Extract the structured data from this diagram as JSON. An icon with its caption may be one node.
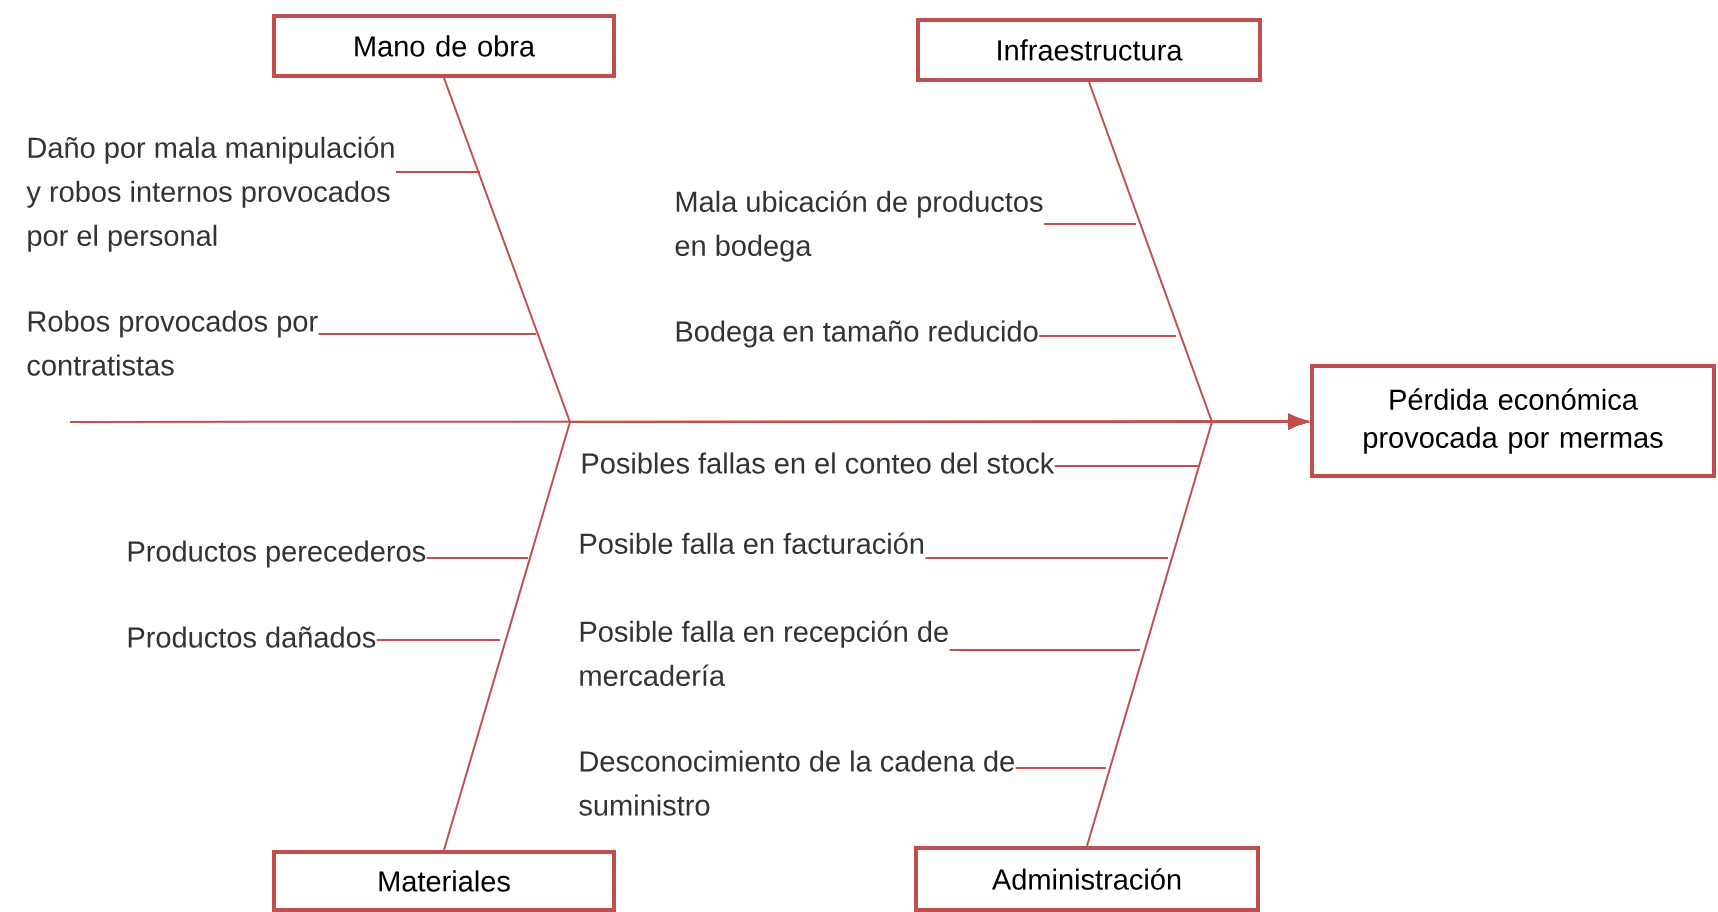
{
  "diagram": {
    "nodes": [
      {
        "text": [
          "Mano de obra"
        ]
      },
      {
        "text": [
          "Infraestructura"
        ]
      },
      {
        "text": [
          "Daño por mala manipulación y robos internos provocados por el personal"
        ]
      },
      {
        "text": [
          "Mala ubicación de productos en bodega"
        ]
      },
      {
        "text": [
          "Robos provocados por contratistas"
        ]
      },
      {
        "text": [
          "Bodega en tamaño reducido"
        ]
      },
      {
        "text": [
          "Pérdida económica provocada por mermas"
        ]
      },
      {
        "text": [
          "Posibles fallas en el conteo del stock"
        ]
      },
      {
        "text": [
          "Productos perecederos"
        ]
      },
      {
        "text": [
          "Posible falla en facturación"
        ]
      },
      {
        "text": [
          "Productos dañados"
        ]
      },
      {
        "text": [
          "Posible falla en recepción de mercadería"
        ]
      },
      {
        "text": [
          "Desconocimiento de la cadena de suministro"
        ]
      },
      {
        "text": [
          "Materiales"
        ]
      },
      {
        "text": [
          "Administración"
        ]
      }
    ],
    "edges": [
      {
        "from": null,
        "to": 6,
        "arrow": "to"
      },
      {
        "from": 0,
        "to": 6,
        "arrow": "to"
      },
      {
        "from": 1,
        "to": 6,
        "arrow": "to"
      },
      {
        "from": 13,
        "to": 6,
        "arrow": "to"
      },
      {
        "from": 14,
        "to": 6,
        "arrow": "to"
      },
      {
        "from": 2,
        "to": null,
        "arrow": "none"
      },
      {
        "from": 3,
        "to": null,
        "arrow": "none"
      },
      {
        "from": 4,
        "to": null,
        "arrow": "none"
      },
      {
        "from": 5,
        "to": null,
        "arrow": "none"
      },
      {
        "from": 7,
        "to": null,
        "arrow": "none"
      },
      {
        "from": 8,
        "to": null,
        "arrow": "none"
      },
      {
        "from": 9,
        "to": null,
        "arrow": "none"
      },
      {
        "from": 10,
        "to": null,
        "arrow": "none"
      },
      {
        "from": 11,
        "to": null,
        "arrow": "none"
      },
      {
        "from": 12,
        "to": null,
        "arrow": "none"
      }
    ]
  }
}
